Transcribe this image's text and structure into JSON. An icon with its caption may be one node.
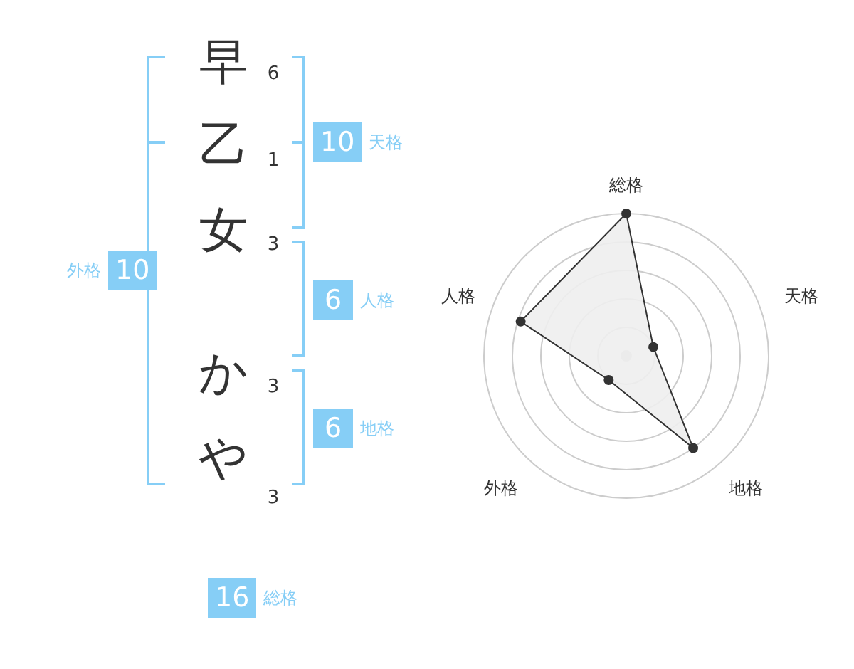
{
  "diagram": {
    "nodes": [
      {
        "text": [
          "10"
        ],
        "beside": [
          "天格"
        ]
      },
      {
        "text": [
          "10"
        ],
        "beside": [
          "外格"
        ]
      },
      {
        "text": [
          "6"
        ],
        "beside": [
          "人格"
        ]
      },
      {
        "text": [
          "6"
        ],
        "beside": [
          "地格"
        ]
      },
      {
        "text": [
          "16"
        ],
        "beside": [
          "総格"
        ]
      }
    ],
    "labels": [
      "早",
      "6",
      "乙",
      "1",
      "女",
      "3",
      "か",
      "3",
      "や",
      "3",
      "総格",
      "人格",
      "天格",
      "外格",
      "地格"
    ]
  }
}
